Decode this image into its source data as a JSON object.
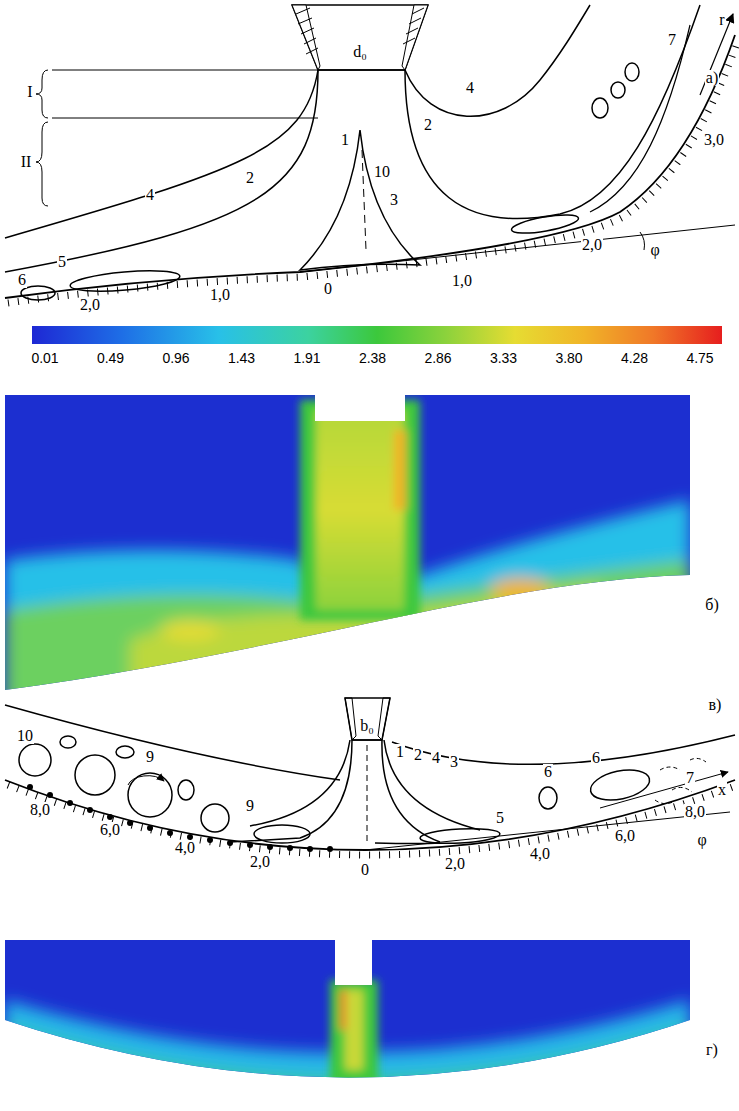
{
  "diagram": {
    "labels": [
      "d₀",
      "I",
      "II",
      "1",
      "10",
      "3",
      "2",
      "4",
      "2",
      "4",
      "5",
      "6",
      "7",
      "r",
      "0",
      "1,0",
      "1,0",
      "2,0",
      "2,0",
      "3,0",
      "φ",
      "а)",
      "0.01",
      "0.49",
      "0.96",
      "1.43",
      "1.91",
      "2.38",
      "2.86",
      "3.33",
      "3.80",
      "4.28",
      "4.75",
      "б)",
      "10",
      "9",
      "9",
      "1",
      "2",
      "4",
      "3",
      "5",
      "6",
      "6",
      "7",
      "b₀",
      "8,0",
      "6,0",
      "4,0",
      "2,0",
      "0",
      "2,0",
      "4,0",
      "6,0",
      "8,0",
      "x",
      "φ",
      "в)",
      "г)"
    ]
  }
}
